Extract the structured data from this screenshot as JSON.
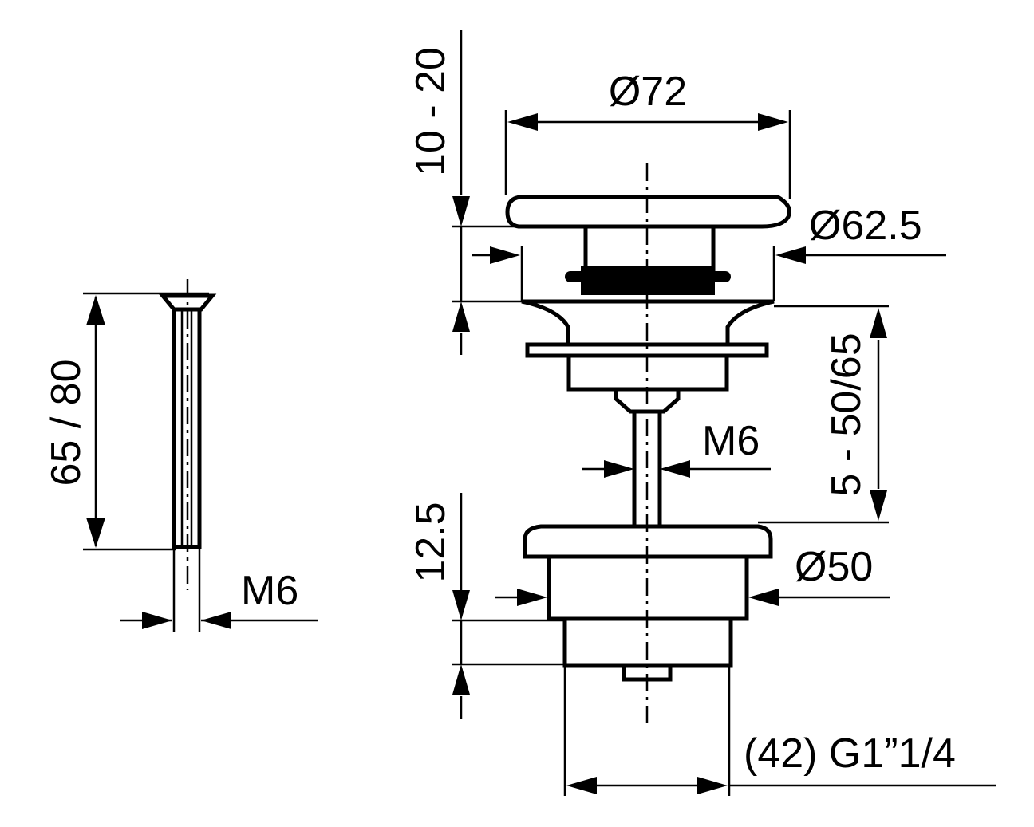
{
  "bolt": {
    "length_label": "65 / 80",
    "thread_label": "M6"
  },
  "waste": {
    "adjust_top_label": "10 - 20",
    "cap_diameter_label": "Ø72",
    "upper_diameter_label": "Ø62.5",
    "adjust_range_label": "5 - 50/65",
    "stem_thread_label": "M6",
    "lower_height_label": "12.5",
    "body_diameter_label": "Ø50",
    "outlet_label": "(42) G1”1/4"
  }
}
